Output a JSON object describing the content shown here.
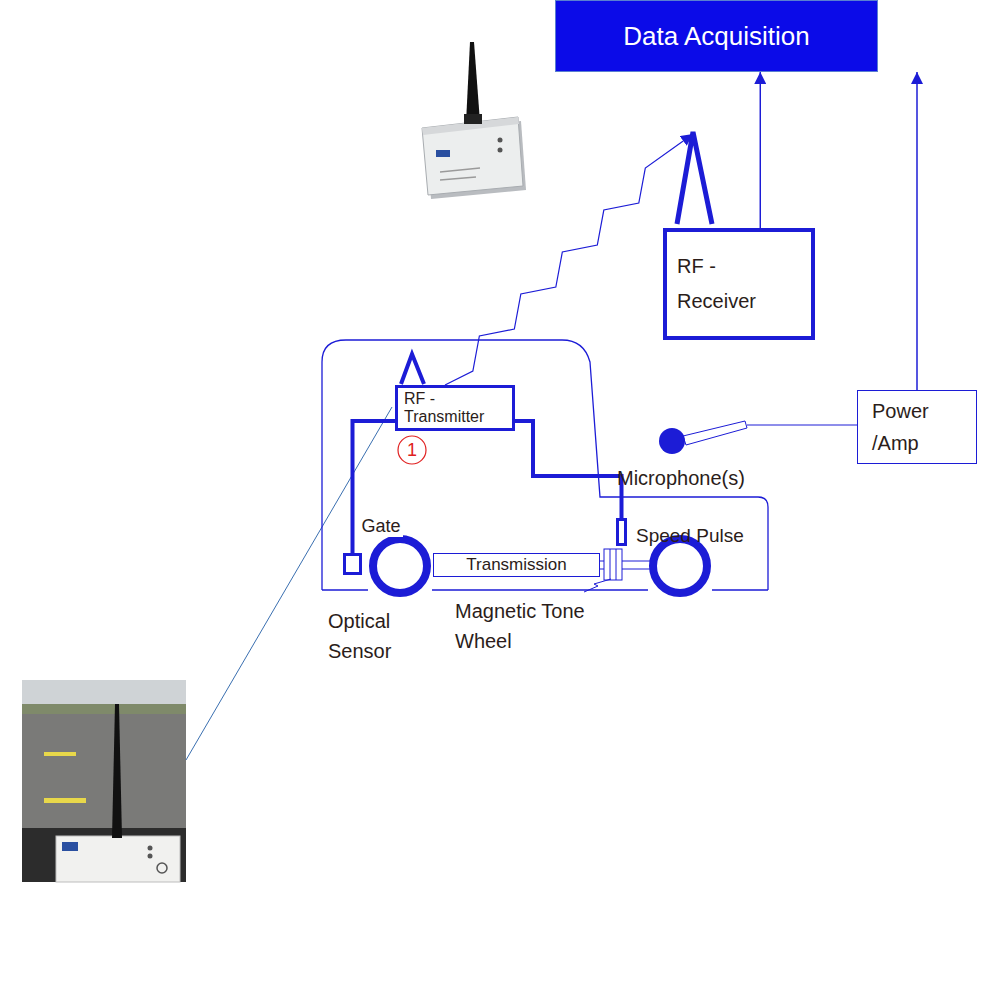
{
  "diagram": {
    "nodes": [
      {
        "text": [
          "Data Acquisition"
        ]
      },
      {
        "text": [
          "RF -Receiver"
        ]
      },
      {
        "text": [
          "Power /Amp"
        ]
      },
      {
        "text": [
          "RF -Transmitter"
        ]
      },
      {
        "text": [
          "Transmission"
        ]
      },
      {
        "text": [
          "Optical Sensor"
        ]
      },
      {
        "text": [
          "Speed Pulse"
        ]
      }
    ],
    "edges": [
      {
        "from": 1,
        "to": 0,
        "arrow": "to"
      },
      {
        "from": 2,
        "to": 0,
        "arrow": "to"
      },
      {
        "from": 3,
        "to": 1,
        "arrow": "to"
      },
      {
        "from": 3,
        "to": 5,
        "label": "Gate",
        "arrow": "none"
      },
      {
        "from": 3,
        "to": 6,
        "arrow": "none"
      }
    ],
    "labels": [
      "Microphone(s)",
      "1",
      "Magnetic Tone Wheel"
    ]
  }
}
